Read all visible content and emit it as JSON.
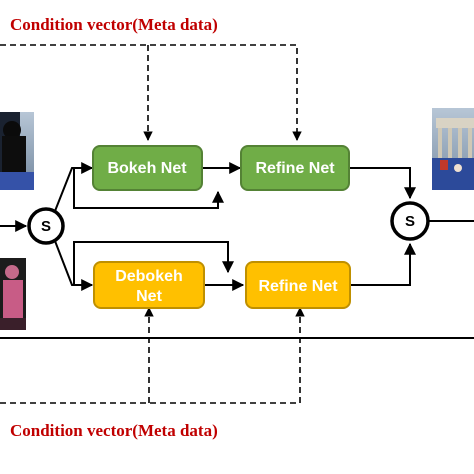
{
  "condition_top": {
    "label": "Condition vector(Meta data)"
  },
  "condition_bottom": {
    "label": "Condition vector(Meta data)"
  },
  "nodes": {
    "bokeh_net": {
      "label": "Bokeh Net",
      "color": "#70ad47"
    },
    "refine_net_top": {
      "label": "Refine Net",
      "color": "#70ad47"
    },
    "debokeh_net": {
      "line1": "Debokeh",
      "line2": "Net",
      "color": "#ffc000"
    },
    "refine_net_bottom": {
      "label": "Refine Net",
      "color": "#ffc000"
    },
    "switch_left": {
      "label": "S"
    },
    "switch_right": {
      "label": "S"
    }
  },
  "colors": {
    "accent": "#c00000",
    "line": "#000000"
  }
}
